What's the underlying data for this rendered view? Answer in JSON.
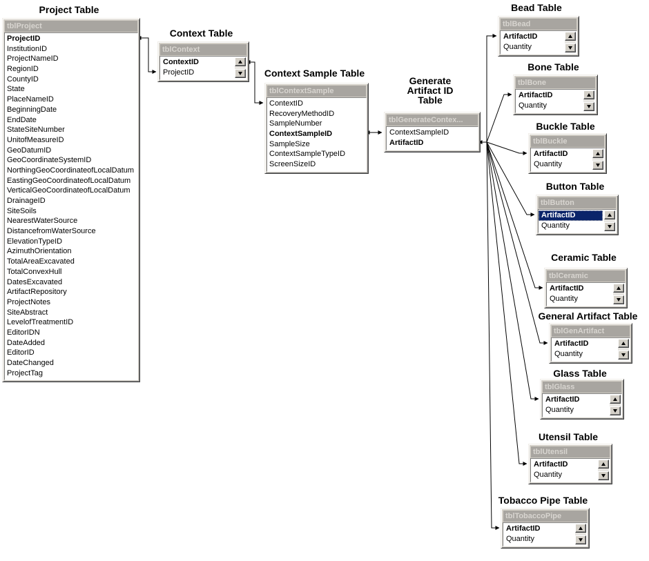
{
  "colors": {
    "selection": "#0a246a",
    "window_face": "#d4d0c8",
    "header_bg": "#a8a5a0",
    "header_text": "#d8d5d0"
  },
  "tables": {
    "project": {
      "title": "Project Table",
      "header": "tblProject",
      "fields": [
        {
          "label": "ProjectID",
          "pk": true
        },
        {
          "label": "InstitutionID"
        },
        {
          "label": "ProjectNameID"
        },
        {
          "label": "RegionID"
        },
        {
          "label": "CountyID"
        },
        {
          "label": "State"
        },
        {
          "label": "PlaceNameID"
        },
        {
          "label": "BeginningDate"
        },
        {
          "label": "EndDate"
        },
        {
          "label": "StateSiteNumber"
        },
        {
          "label": "UnitofMeasureID"
        },
        {
          "label": "GeoDatumID"
        },
        {
          "label": "GeoCoordinateSystemID"
        },
        {
          "label": "NorthingGeoCoordinateofLocalDatum"
        },
        {
          "label": "EastingGeoCoordinateofLocalDatum"
        },
        {
          "label": "VerticalGeoCoordinateofLocalDatum"
        },
        {
          "label": "DrainageID"
        },
        {
          "label": "SiteSoils"
        },
        {
          "label": "NearestWaterSource"
        },
        {
          "label": "DistancefromWaterSource"
        },
        {
          "label": "ElevationTypeID"
        },
        {
          "label": "AzimuthOrientation"
        },
        {
          "label": "TotalAreaExcavated"
        },
        {
          "label": "TotalConvexHull"
        },
        {
          "label": "DatesExcavated"
        },
        {
          "label": "ArtifactRepository"
        },
        {
          "label": "ProjectNotes"
        },
        {
          "label": "SiteAbstract"
        },
        {
          "label": "LevelofTreatmentID"
        },
        {
          "label": "EditorIDN"
        },
        {
          "label": "DateAdded"
        },
        {
          "label": "EditorID"
        },
        {
          "label": "DateChanged"
        },
        {
          "label": "ProjectTag"
        }
      ]
    },
    "context": {
      "title": "Context Table",
      "header": "tblContext",
      "fields": [
        {
          "label": "ContextID",
          "pk": true
        },
        {
          "label": "ProjectID"
        }
      ]
    },
    "context_sample": {
      "title": "Context Sample Table",
      "header": "tblContextSample",
      "fields": [
        {
          "label": "ContextID"
        },
        {
          "label": "RecoveryMethodID"
        },
        {
          "label": "SampleNumber"
        },
        {
          "label": "ContextSampleID",
          "pk": true
        },
        {
          "label": "SampleSize"
        },
        {
          "label": "ContextSampleTypeID"
        },
        {
          "label": "ScreenSizeID"
        }
      ]
    },
    "generate": {
      "title_lines": [
        "Generate",
        "Artifact ID",
        "Table"
      ],
      "header": "tblGenerateContex...",
      "fields": [
        {
          "label": "ContextSampleID"
        },
        {
          "label": "ArtifactID",
          "pk": true
        }
      ]
    },
    "bead": {
      "title": "Bead Table",
      "header": "tblBead",
      "fields": [
        {
          "label": "ArtifactID",
          "pk": true
        },
        {
          "label": "Quantity"
        }
      ]
    },
    "bone": {
      "title": "Bone Table",
      "header": "tblBone",
      "fields": [
        {
          "label": "ArtifactID",
          "pk": true
        },
        {
          "label": "Quantity"
        }
      ]
    },
    "buckle": {
      "title": "Buckle Table",
      "header": "tblBuckle",
      "fields": [
        {
          "label": "ArtifactID",
          "pk": true
        },
        {
          "label": "Quantity"
        }
      ]
    },
    "button": {
      "title": "Button Table",
      "header": "tblButton",
      "fields": [
        {
          "label": "ArtifactID",
          "pk": true,
          "selected": true
        },
        {
          "label": "Quantity"
        }
      ]
    },
    "ceramic": {
      "title": "Ceramic Table",
      "header": "tblCeramic",
      "fields": [
        {
          "label": "ArtifactID",
          "pk": true
        },
        {
          "label": "Quantity"
        }
      ]
    },
    "gen_artifact": {
      "title": "General Artifact Table",
      "header": "tblGenArtifact",
      "fields": [
        {
          "label": "ArtifactID",
          "pk": true
        },
        {
          "label": "Quantity"
        }
      ]
    },
    "glass": {
      "title": "Glass Table",
      "header": "tblGlass",
      "fields": [
        {
          "label": "ArtifactID",
          "pk": true
        },
        {
          "label": "Quantity"
        }
      ]
    },
    "utensil": {
      "title": "Utensil Table",
      "header": "tblUtensil",
      "fields": [
        {
          "label": "ArtifactID",
          "pk": true
        },
        {
          "label": "Quantity"
        }
      ]
    },
    "tobacco_pipe": {
      "title": "Tobacco Pipe Table",
      "header": "tblTobaccoPipe",
      "fields": [
        {
          "label": "ArtifactID",
          "pk": true
        },
        {
          "label": "Quantity"
        }
      ]
    }
  },
  "relationships": [
    {
      "from_table": "tblProject",
      "from_field": "ProjectID",
      "to_table": "tblContext",
      "to_field": "ProjectID"
    },
    {
      "from_table": "tblContext",
      "from_field": "ContextID",
      "to_table": "tblContextSample",
      "to_field": "ContextID"
    },
    {
      "from_table": "tblContextSample",
      "from_field": "ContextSampleID",
      "to_table": "tblGenerateContex...",
      "to_field": "ContextSampleID"
    },
    {
      "from_table": "tblGenerateContex...",
      "from_field": "ArtifactID",
      "to_table": "tblBead",
      "to_field": "ArtifactID"
    },
    {
      "from_table": "tblGenerateContex...",
      "from_field": "ArtifactID",
      "to_table": "tblBone",
      "to_field": "ArtifactID"
    },
    {
      "from_table": "tblGenerateContex...",
      "from_field": "ArtifactID",
      "to_table": "tblBuckle",
      "to_field": "ArtifactID"
    },
    {
      "from_table": "tblGenerateContex...",
      "from_field": "ArtifactID",
      "to_table": "tblButton",
      "to_field": "ArtifactID"
    },
    {
      "from_table": "tblGenerateContex...",
      "from_field": "ArtifactID",
      "to_table": "tblCeramic",
      "to_field": "ArtifactID"
    },
    {
      "from_table": "tblGenerateContex...",
      "from_field": "ArtifactID",
      "to_table": "tblGenArtifact",
      "to_field": "ArtifactID"
    },
    {
      "from_table": "tblGenerateContex...",
      "from_field": "ArtifactID",
      "to_table": "tblGlass",
      "to_field": "ArtifactID"
    },
    {
      "from_table": "tblGenerateContex...",
      "from_field": "ArtifactID",
      "to_table": "tblUtensil",
      "to_field": "ArtifactID"
    },
    {
      "from_table": "tblGenerateContex...",
      "from_field": "ArtifactID",
      "to_table": "tblTobaccoPipe",
      "to_field": "ArtifactID"
    }
  ]
}
